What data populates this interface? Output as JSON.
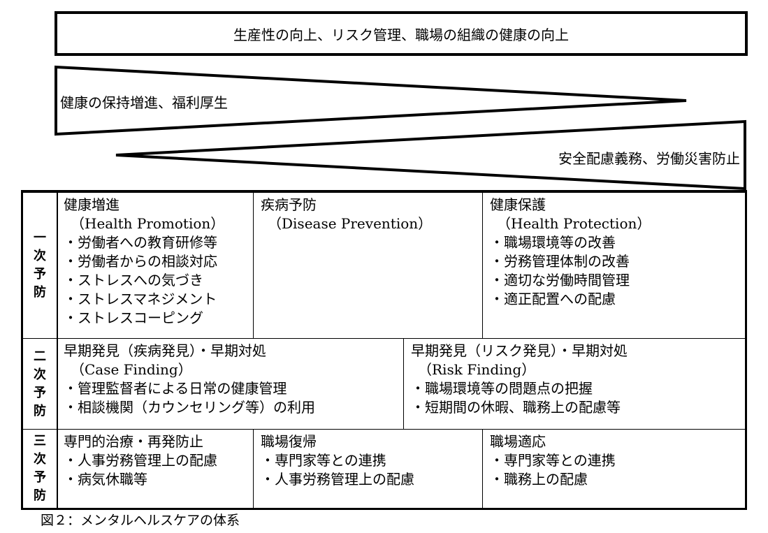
{
  "top_banner": "生産性の向上、リスク管理、職場の組織の健康の向上",
  "wedge_health": "健康の保持増進、福利厚生",
  "wedge_safety": "安全配慮義務、労働災害防止",
  "levels": [
    {
      "label": [
        "一",
        "次",
        "予",
        "防"
      ],
      "cells": [
        {
          "title": "健康増進",
          "subtitle": "（Health Promotion）",
          "items": [
            "・労働者への教育研修等",
            "・労働者からの相談対応",
            "・ストレスへの気づき",
            "・ストレスマネジメント",
            "・ストレスコーピング"
          ]
        },
        {
          "title": "疾病予防",
          "subtitle": "（Disease Prevention）",
          "items": []
        },
        {
          "title": "健康保護",
          "subtitle": "（Health Protection）",
          "items": [
            "・職場環境等の改善",
            "・労務管理体制の改善",
            "・適切な労働時間管理",
            "・適正配置への配慮"
          ]
        }
      ]
    },
    {
      "label": [
        "二",
        "次",
        "予",
        "防"
      ],
      "cells": [
        {
          "title": "早期発見（疾病発見）・早期対処",
          "subtitle": "（Case Finding）",
          "items": [
            "・管理監督者による日常の健康管理",
            "・相談機関（カウンセリング等）の利用"
          ]
        },
        {
          "title": "早期発見（リスク発見）・早期対処",
          "subtitle": "（Risk Finding）",
          "items": [
            "・職場環境等の問題点の把握",
            "・短期間の休暇、職務上の配慮等"
          ]
        }
      ]
    },
    {
      "label": [
        "三",
        "次",
        "予",
        "防"
      ],
      "cells": [
        {
          "title": "専門的治療・再発防止",
          "subtitle": "",
          "items": [
            "・人事労務管理上の配慮",
            "・病気休職等"
          ]
        },
        {
          "title": "職場復帰",
          "subtitle": "",
          "items": [
            "・専門家等との連携",
            "・人事労務管理上の配慮"
          ]
        },
        {
          "title": "職場適応",
          "subtitle": "",
          "items": [
            "・専門家等との連携",
            "・職務上の配慮"
          ]
        }
      ]
    }
  ],
  "caption": "図２：メンタルヘルスケアの体系"
}
